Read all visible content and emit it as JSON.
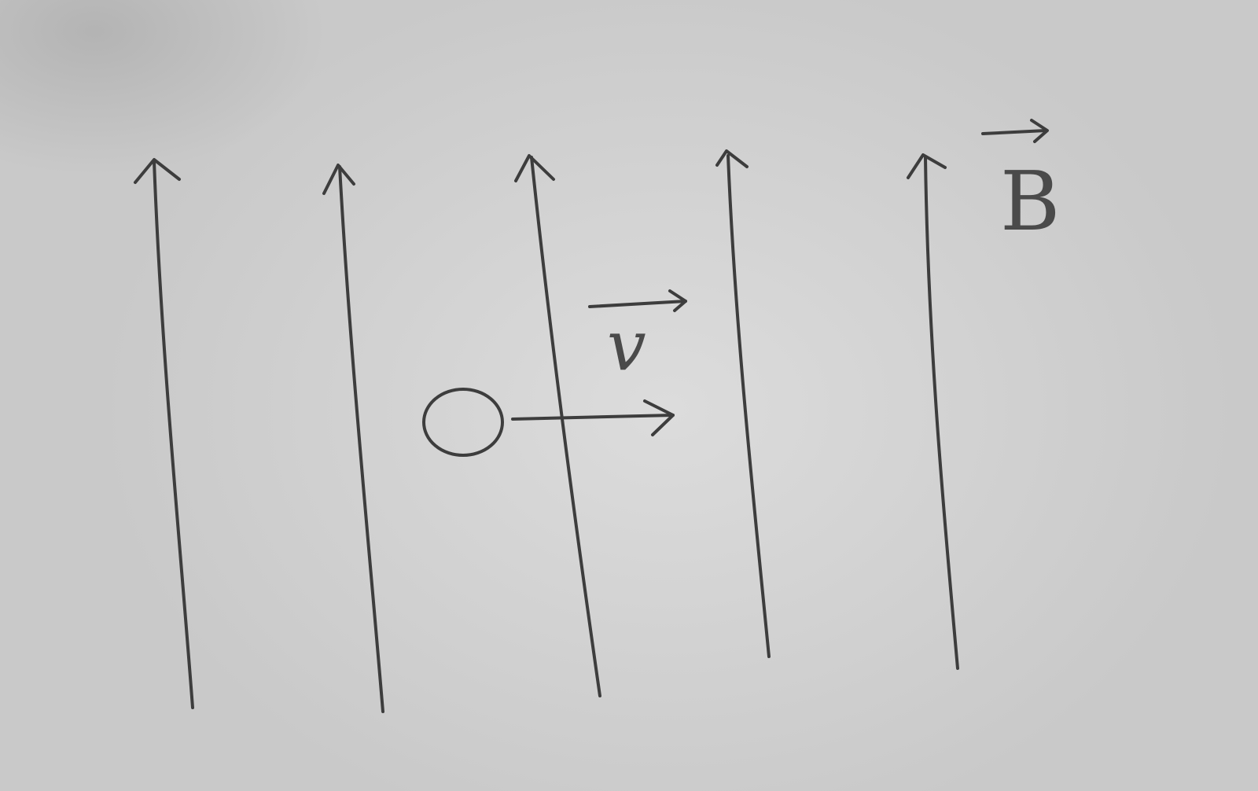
{
  "diagram": {
    "field_label": "B",
    "velocity_label": "v",
    "ink_color": "#3d3d3d",
    "paper_color": "#d4d4d4",
    "field_line_count": 5,
    "field_direction": "up",
    "velocity_direction": "right"
  }
}
